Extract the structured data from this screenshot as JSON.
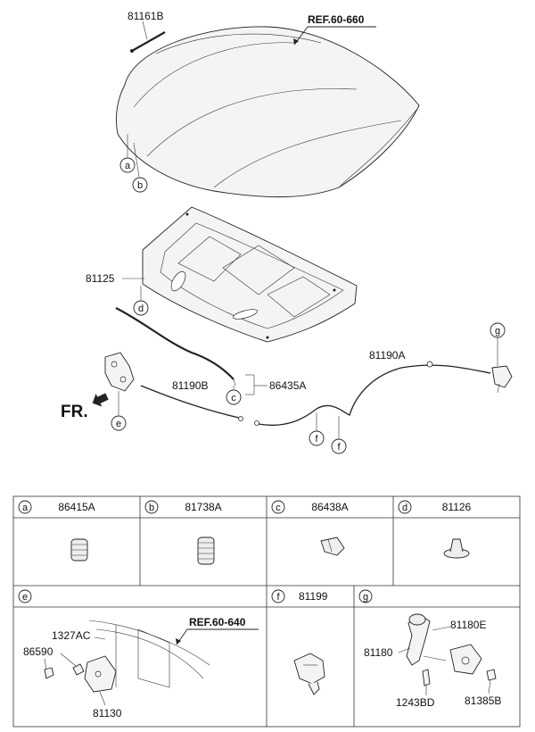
{
  "diagram": {
    "ref_top": "REF.60-660",
    "ref_latch": "REF.60-640",
    "fr_label": "FR.",
    "parts": {
      "stay_rod": "81161B",
      "insulator": "81125",
      "seal": "86435A",
      "cable_rear": "81190B",
      "cable_front": "81190A"
    },
    "callouts": [
      "a",
      "b",
      "c",
      "d",
      "e",
      "f",
      "f",
      "g"
    ],
    "table": {
      "row1": [
        {
          "letter": "a",
          "part": "86415A"
        },
        {
          "letter": "b",
          "part": "81738A"
        },
        {
          "letter": "c",
          "part": "86438A"
        },
        {
          "letter": "d",
          "part": "81126"
        }
      ],
      "row2": [
        {
          "letter": "e",
          "part": ""
        },
        {
          "letter": "f",
          "part": "81199"
        },
        {
          "letter": "g",
          "part": ""
        }
      ],
      "e_parts": {
        "p1": "1327AC",
        "p2": "86590",
        "p3": "81130"
      },
      "g_parts": {
        "p1": "81180E",
        "p2": "81180",
        "p3": "1243BD",
        "p4": "81385B"
      }
    }
  }
}
